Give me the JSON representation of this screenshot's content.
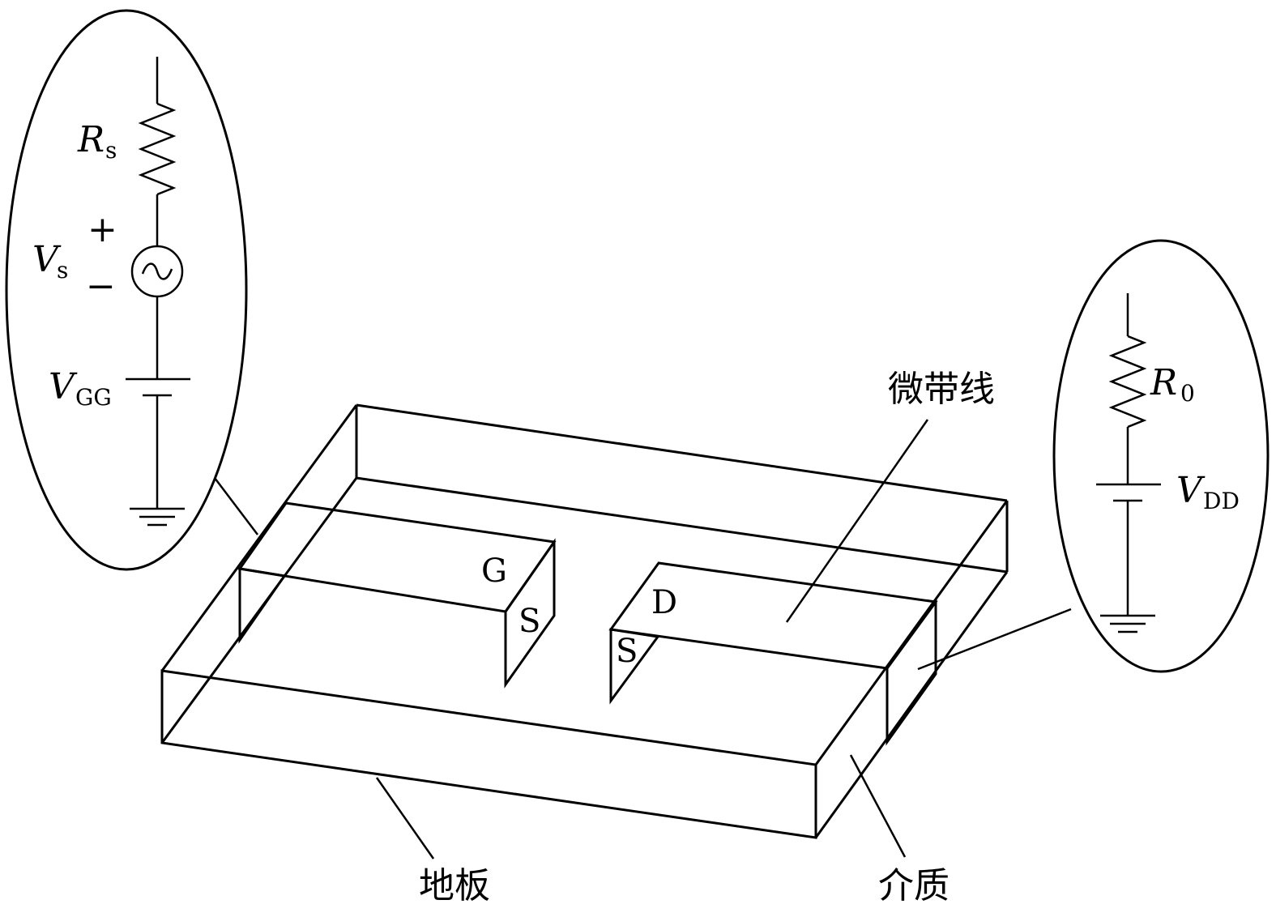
{
  "colors": {
    "strip": "#ffbf00",
    "via": "#00ffff",
    "line": "#000000",
    "background": "#ffffff"
  },
  "labels": {
    "microstrip": "微带线",
    "ground_plane": "地板",
    "dielectric": "介质",
    "gate": "G",
    "drain": "D",
    "source_left": "S",
    "source_right": "S"
  },
  "input_circuit": {
    "rs_main": "R",
    "rs_sub": "s",
    "vs_main": "V",
    "vs_sub": "s",
    "plus": "+",
    "minus": "−",
    "vgg_main": "V",
    "vgg_sub": "GG",
    "source_symbol": "~"
  },
  "output_circuit": {
    "r0_main": "R",
    "r0_sub": "0",
    "vdd_main": "V",
    "vdd_sub": "DD"
  }
}
